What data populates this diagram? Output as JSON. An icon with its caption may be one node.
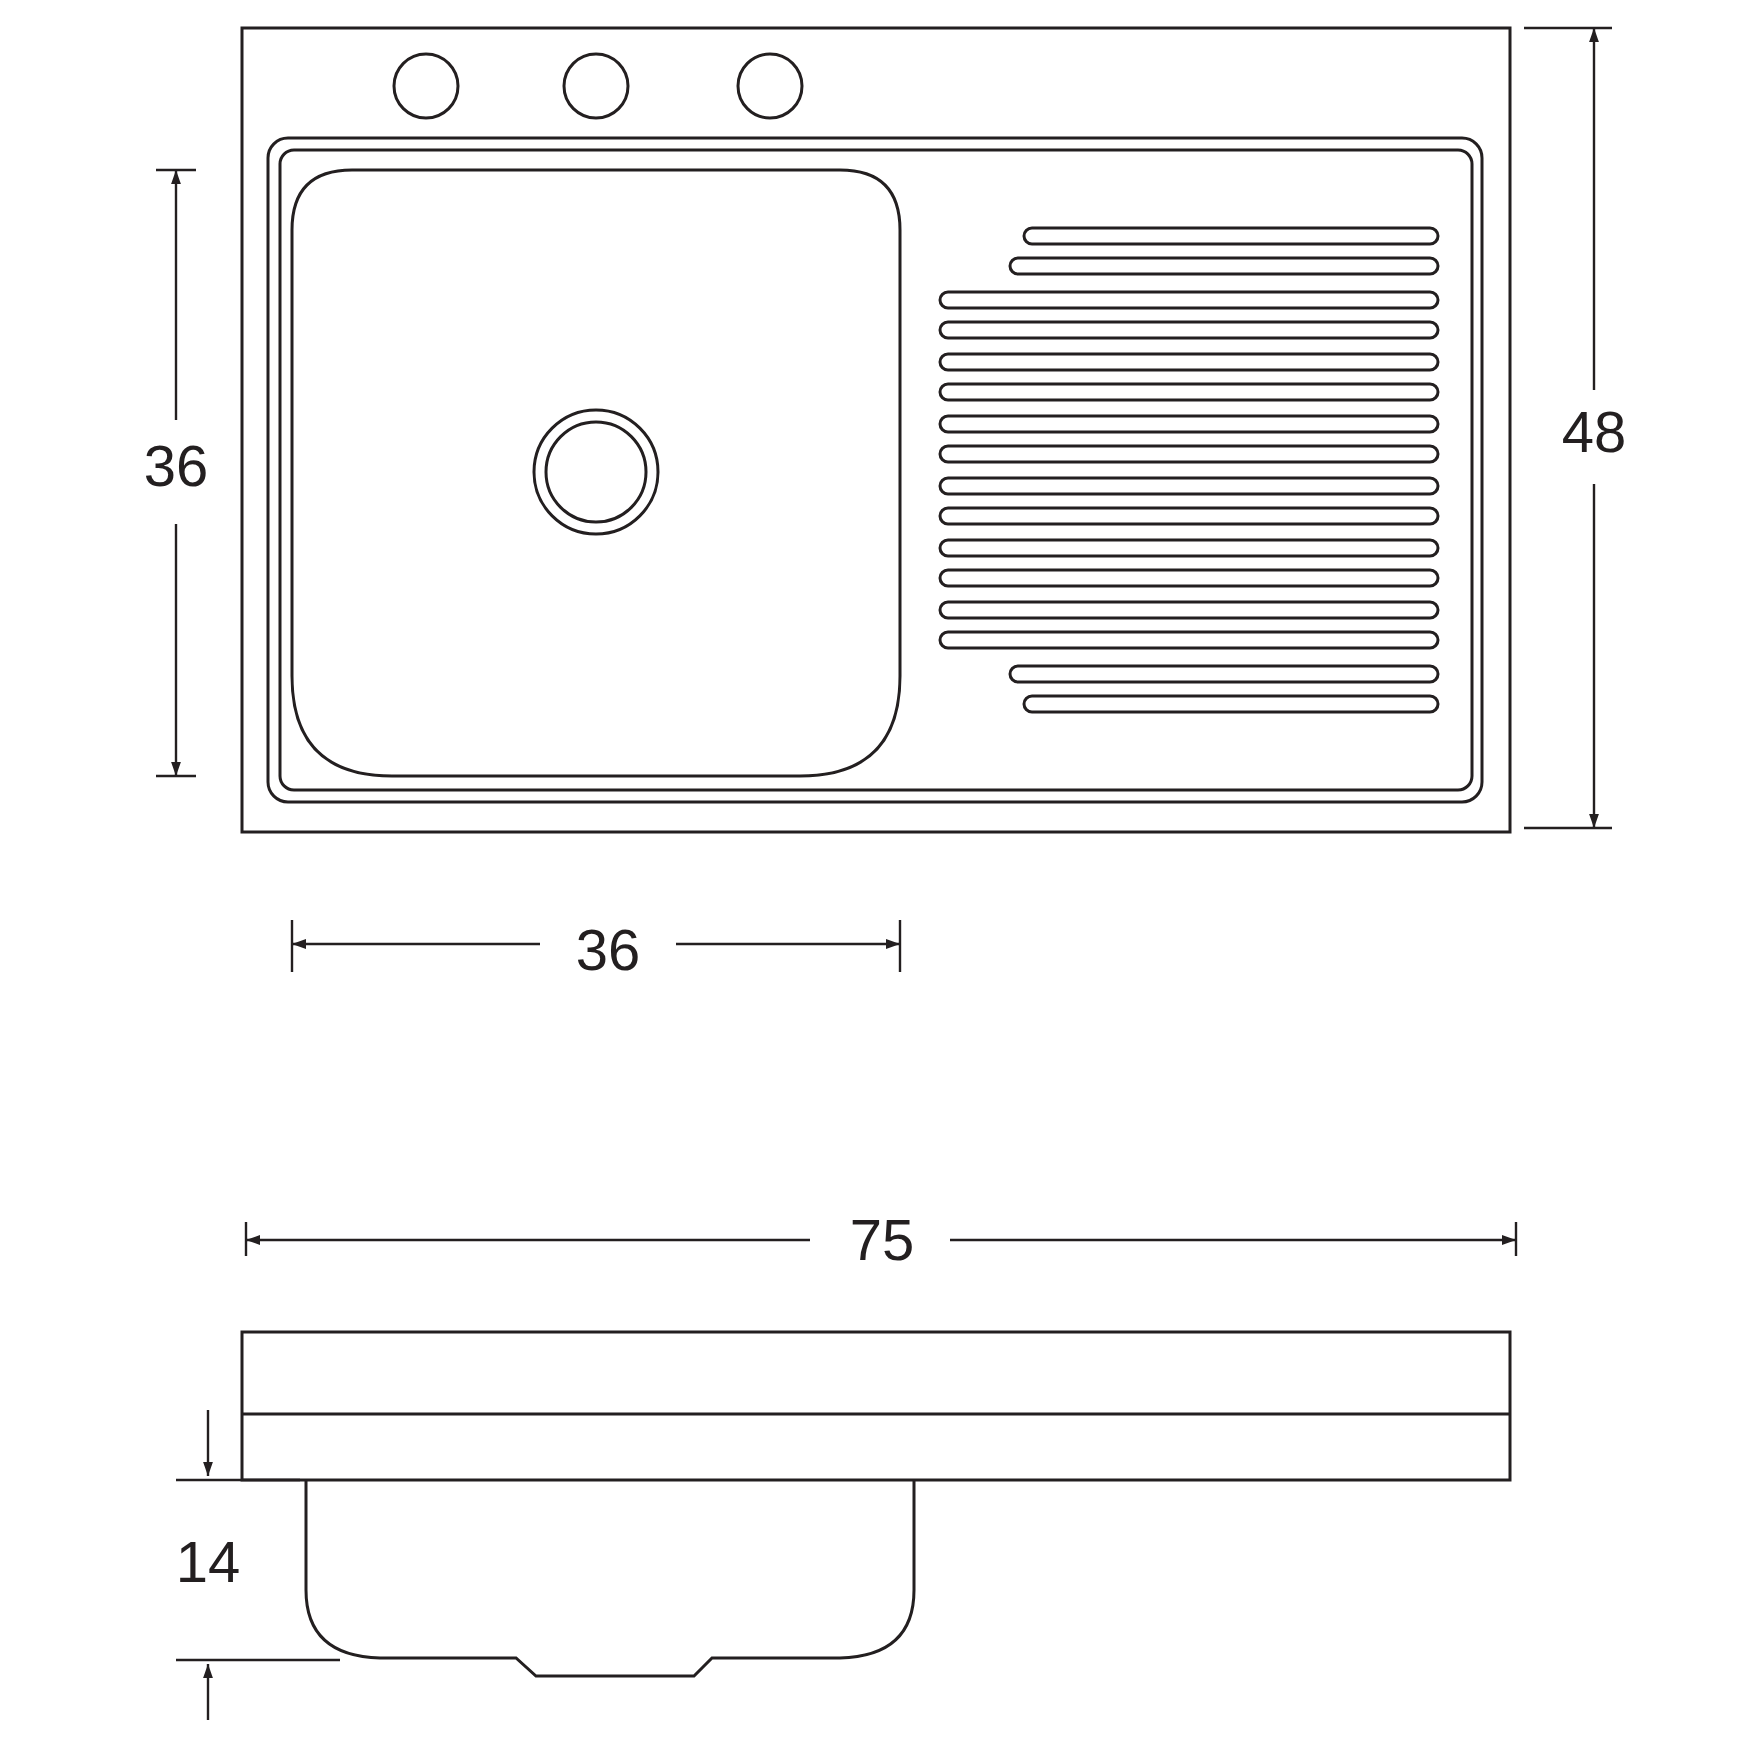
{
  "diagram": {
    "labels": [
      "36",
      "48",
      "36",
      "75",
      "14"
    ]
  }
}
